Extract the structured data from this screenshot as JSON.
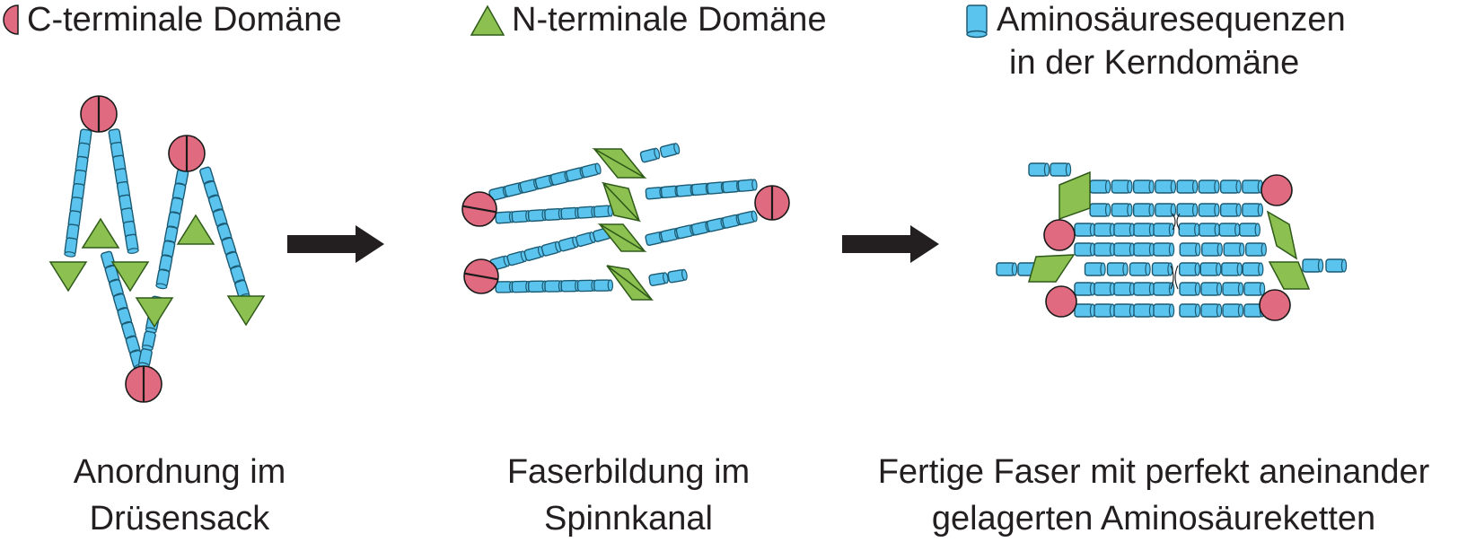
{
  "legend": {
    "c_terminal": {
      "label": "C-terminale Domäne",
      "color": "#e06a7f"
    },
    "n_terminal": {
      "label": "N-terminale Domäne",
      "color": "#8cc152"
    },
    "amino": {
      "label_line1": "Aminosäuresequenzen",
      "label_line2": "in der Kerndomäne",
      "color": "#5bc4ee"
    }
  },
  "stages": [
    {
      "caption_line1": "Anordnung im",
      "caption_line2": "Drüsensack"
    },
    {
      "caption_line1": "Faserbildung im",
      "caption_line2": "Spinnkanal"
    },
    {
      "caption_line1": "Fertige Faser mit perfekt aneinander",
      "caption_line2": "gelagerten Aminosäureketten"
    }
  ],
  "colors": {
    "outline": "#1b5a73",
    "arrow": "#231f20",
    "text": "#231f20"
  }
}
